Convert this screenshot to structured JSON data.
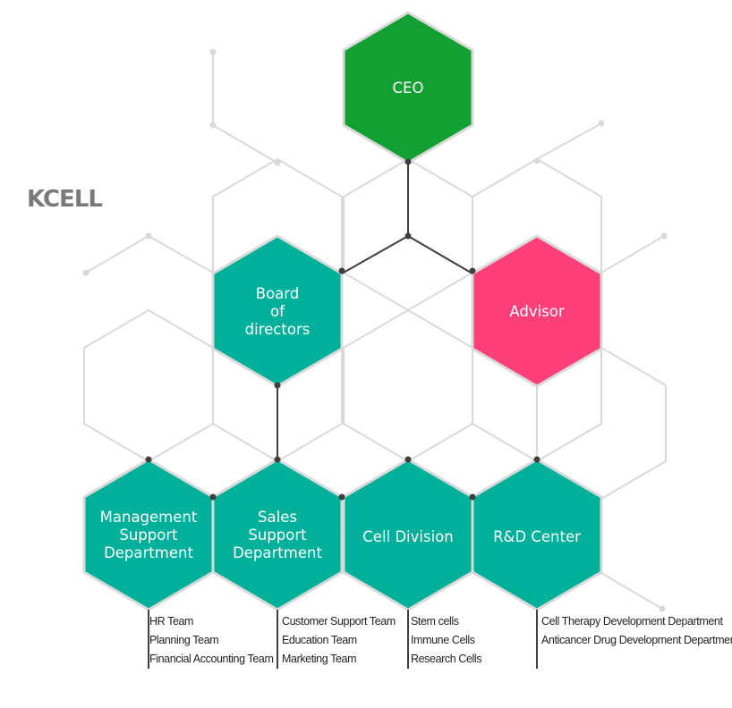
{
  "logo": {
    "text": "KCELL"
  },
  "colors": {
    "ceo": "#13A033",
    "teal": "#00B09A",
    "advisor": "#FF3F7A",
    "grid_line": "#D9D9D9",
    "connector": "#3F3F3F",
    "text_dark": "#222222"
  },
  "nodes": {
    "ceo": {
      "line1": "CEO"
    },
    "board": {
      "line1": "Board",
      "line2": "of",
      "line3": "directors"
    },
    "advisor": {
      "line1": "Advisor"
    },
    "management": {
      "line1": "Management",
      "line2": "Support",
      "line3": "Department"
    },
    "sales": {
      "line1": "Sales",
      "line2": "Support",
      "line3": "Department"
    },
    "cell_division": {
      "line1": "Cell Division"
    },
    "rnd": {
      "line1": "R&D Center"
    }
  },
  "teams": {
    "management": [
      "HR Team",
      "Planning Team",
      "Financial Accounting Team"
    ],
    "sales": [
      "Customer Support Team",
      "Education Team",
      "Marketing Team"
    ],
    "cell_division": [
      "Stem cells",
      "Immune Cells",
      "Research Cells"
    ],
    "rnd": [
      "Cell Therapy Development Department",
      "Anticancer Drug Development Department"
    ]
  }
}
